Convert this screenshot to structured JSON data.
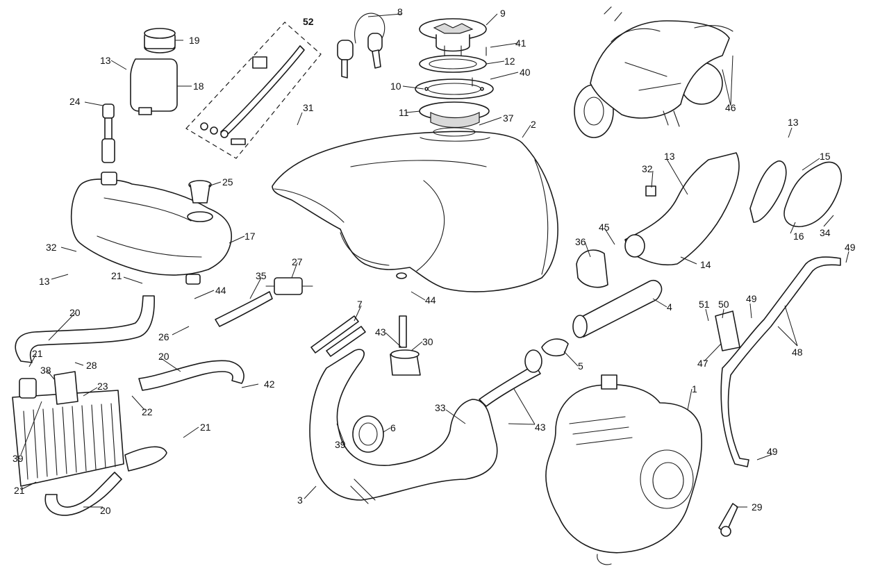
{
  "callouts": [
    {
      "id": "c1",
      "text": "1"
    },
    {
      "id": "c2",
      "text": "2"
    },
    {
      "id": "c3",
      "text": "3"
    },
    {
      "id": "c4",
      "text": "4"
    },
    {
      "id": "c5",
      "text": "5"
    },
    {
      "id": "c6",
      "text": "6"
    },
    {
      "id": "c7",
      "text": "7"
    },
    {
      "id": "c8",
      "text": "8"
    },
    {
      "id": "c9",
      "text": "9"
    },
    {
      "id": "c10",
      "text": "10"
    },
    {
      "id": "c11",
      "text": "11"
    },
    {
      "id": "c12",
      "text": "12"
    },
    {
      "id": "c13a",
      "text": "13"
    },
    {
      "id": "c13b",
      "text": "13"
    },
    {
      "id": "c13c",
      "text": "13"
    },
    {
      "id": "c13d",
      "text": "13"
    },
    {
      "id": "c14",
      "text": "14"
    },
    {
      "id": "c15",
      "text": "15"
    },
    {
      "id": "c16",
      "text": "16"
    },
    {
      "id": "c17",
      "text": "17"
    },
    {
      "id": "c18",
      "text": "18"
    },
    {
      "id": "c19",
      "text": "19"
    },
    {
      "id": "c20a",
      "text": "20"
    },
    {
      "id": "c20b",
      "text": "20"
    },
    {
      "id": "c20c",
      "text": "20"
    },
    {
      "id": "c21a",
      "text": "21"
    },
    {
      "id": "c21b",
      "text": "21"
    },
    {
      "id": "c21c",
      "text": "21"
    },
    {
      "id": "c21d",
      "text": "21"
    },
    {
      "id": "c22",
      "text": "22"
    },
    {
      "id": "c23",
      "text": "23"
    },
    {
      "id": "c24",
      "text": "24"
    },
    {
      "id": "c25",
      "text": "25"
    },
    {
      "id": "c26",
      "text": "26"
    },
    {
      "id": "c27",
      "text": "27"
    },
    {
      "id": "c28",
      "text": "28"
    },
    {
      "id": "c29",
      "text": "29"
    },
    {
      "id": "c30",
      "text": "30"
    },
    {
      "id": "c31",
      "text": "31"
    },
    {
      "id": "c32a",
      "text": "32"
    },
    {
      "id": "c32b",
      "text": "32"
    },
    {
      "id": "c33",
      "text": "33"
    },
    {
      "id": "c34",
      "text": "34"
    },
    {
      "id": "c35",
      "text": "35"
    },
    {
      "id": "c36",
      "text": "36"
    },
    {
      "id": "c37",
      "text": "37"
    },
    {
      "id": "c38",
      "text": "38"
    },
    {
      "id": "c39a",
      "text": "39"
    },
    {
      "id": "c39b",
      "text": "39"
    },
    {
      "id": "c40",
      "text": "40"
    },
    {
      "id": "c41",
      "text": "41"
    },
    {
      "id": "c42",
      "text": "42"
    },
    {
      "id": "c43a",
      "text": "43"
    },
    {
      "id": "c43b",
      "text": "43"
    },
    {
      "id": "c44a",
      "text": "44"
    },
    {
      "id": "c44b",
      "text": "44"
    },
    {
      "id": "c45",
      "text": "45"
    },
    {
      "id": "c46",
      "text": "46"
    },
    {
      "id": "c47",
      "text": "47"
    },
    {
      "id": "c48",
      "text": "48"
    },
    {
      "id": "c49a",
      "text": "49"
    },
    {
      "id": "c49b",
      "text": "49"
    },
    {
      "id": "c49c",
      "text": "49"
    },
    {
      "id": "c50",
      "text": "50"
    },
    {
      "id": "c51",
      "text": "51"
    },
    {
      "id": "c52",
      "text": "52"
    }
  ]
}
